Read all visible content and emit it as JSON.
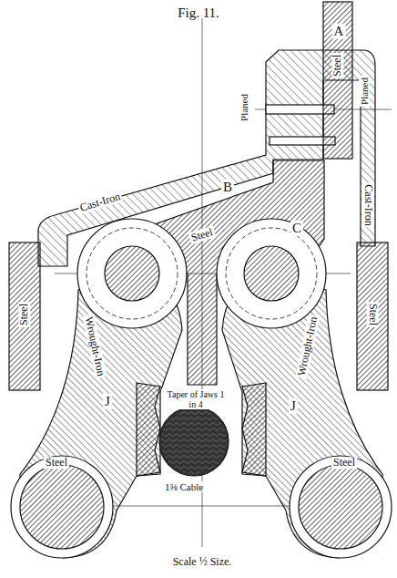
{
  "diagram": {
    "title": "Fig. 11.",
    "labels": [
      "A",
      "Steel",
      "Planed",
      "Planed",
      "B",
      "Cast-Iron",
      "Cast-Iron",
      "Steel",
      "C",
      "Steel",
      "Steel",
      "Wrought-Iron",
      "Wrought-Iron",
      "J",
      "J",
      "Taper of Jaws 1 in 4",
      "1⅜ Cable",
      "Steel",
      "Steel",
      "Scale ½ Size."
    ]
  }
}
